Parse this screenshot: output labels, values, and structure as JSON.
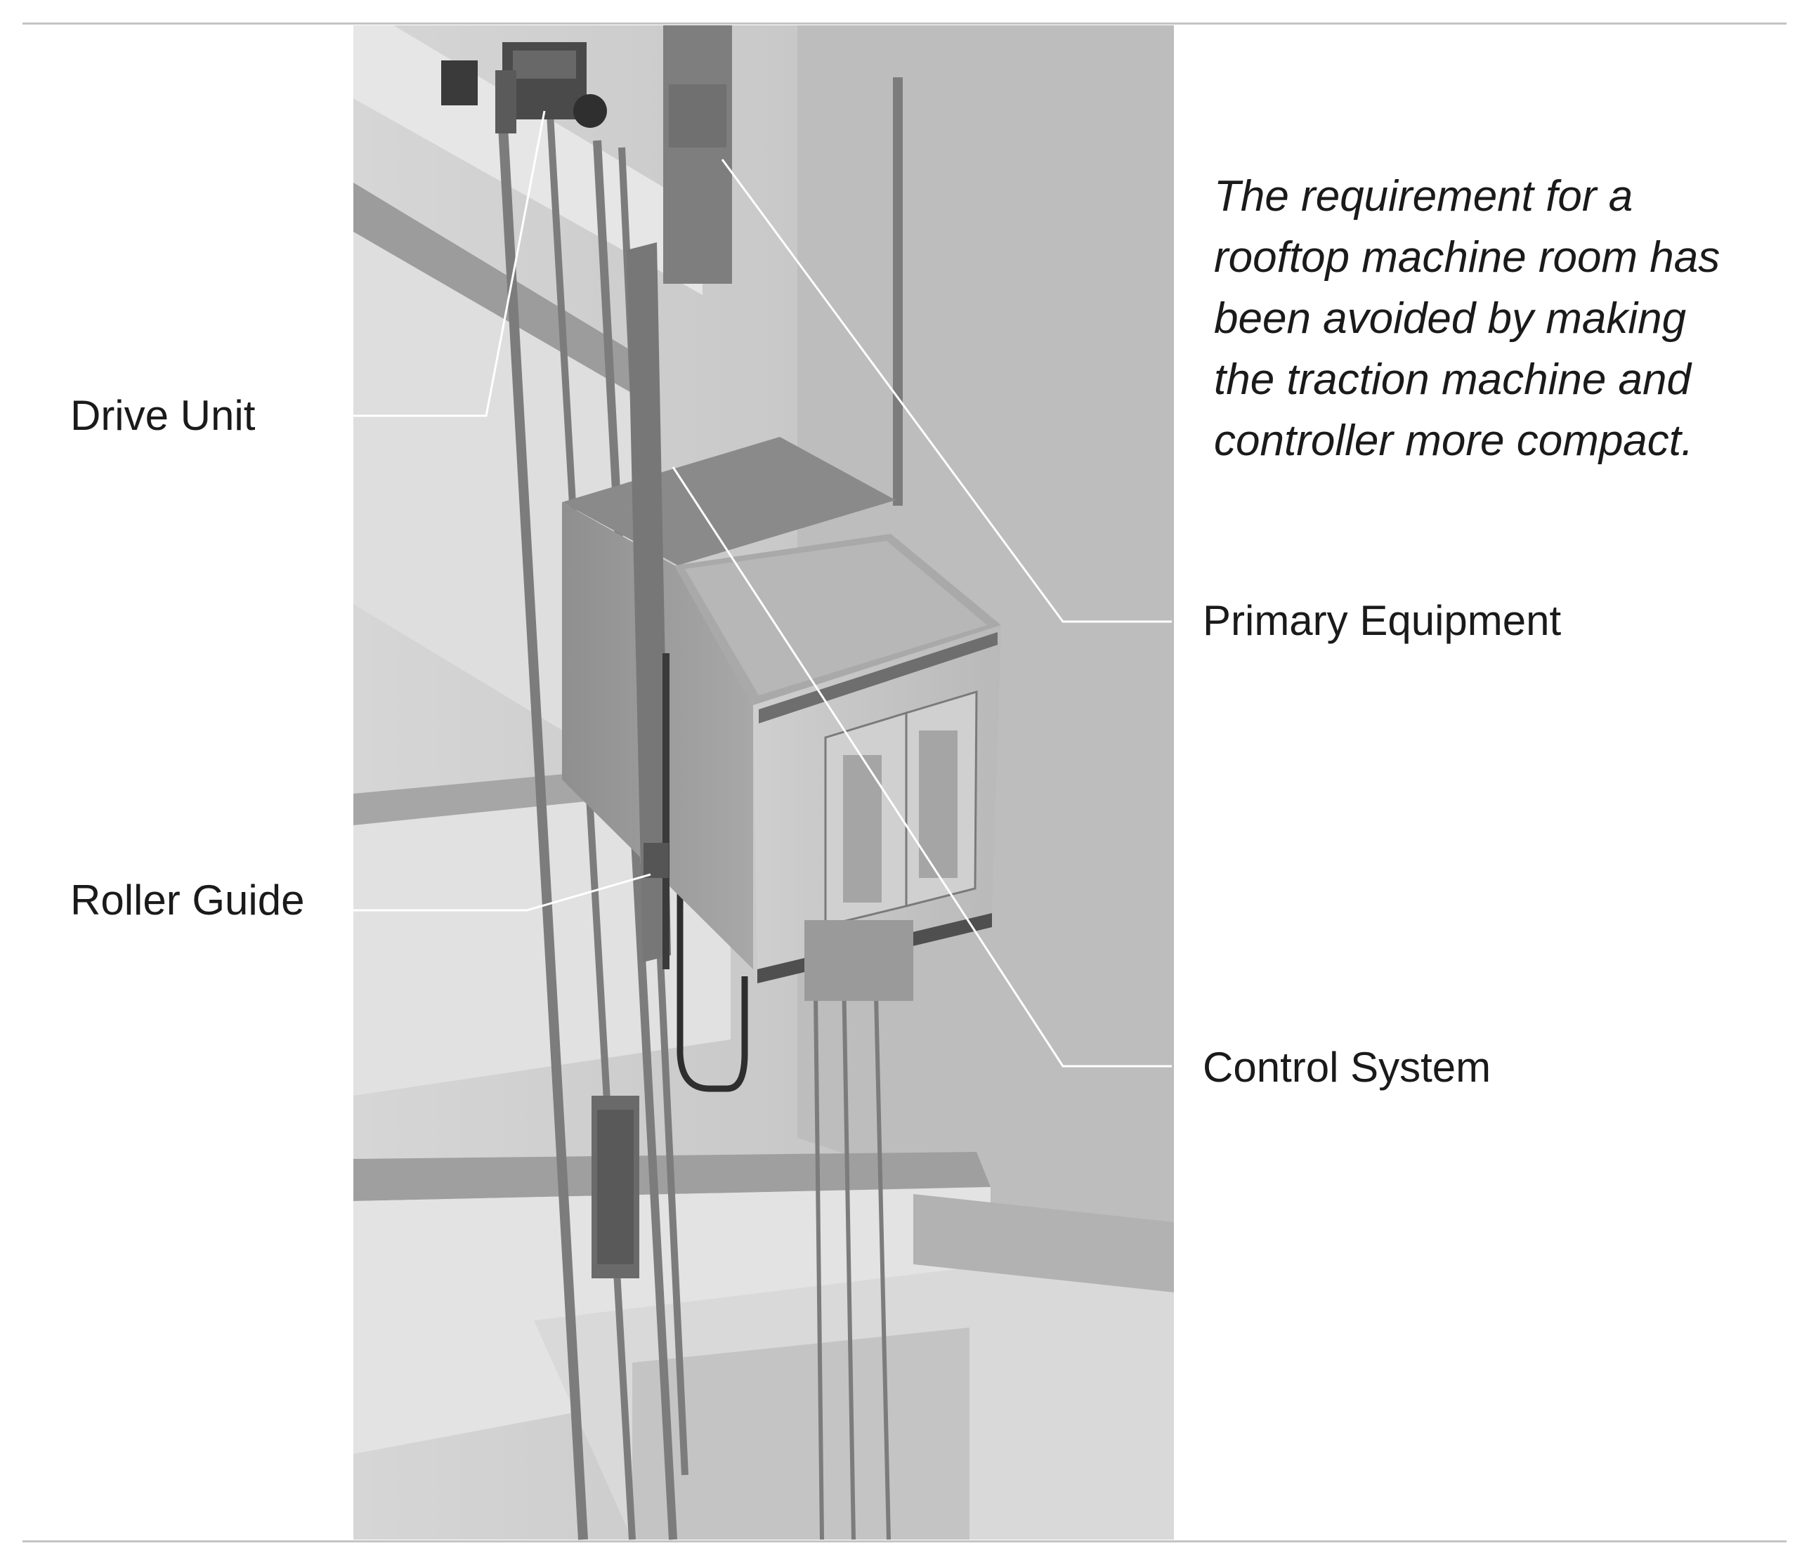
{
  "labels": {
    "drive_unit": "Drive Unit",
    "roller_guide": "Roller Guide",
    "primary_equipment": "Primary Equipment",
    "control_system": "Control System"
  },
  "caption": {
    "lines": [
      "The requirement for a",
      "rooftop machine room has",
      "been avoided by making",
      "the traction machine and",
      "controller more compact."
    ]
  },
  "colors": {
    "background": "#ffffff",
    "rule": "#c4c4c4",
    "leader_line": "#ffffff",
    "text": "#1a1a1a"
  }
}
